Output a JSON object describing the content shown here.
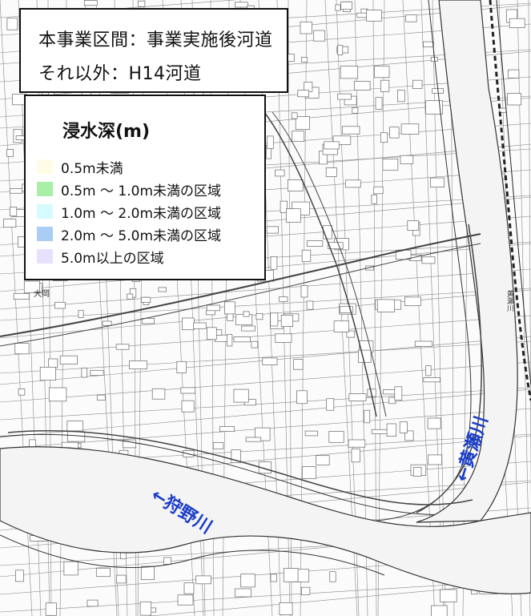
{
  "scenario": {
    "line1": "本事業区間：事業実施後河道",
    "line2": "それ以外：H14河道"
  },
  "legend": {
    "title": "浸水深(m)",
    "items": [
      {
        "label": "0.5m未満",
        "color": "#fffbe6"
      },
      {
        "label": "0.5m ～ 1.0m未満の区域",
        "color": "#a8f0a8"
      },
      {
        "label": "1.0m ～ 2.0m未満の区域",
        "color": "#d6fbff"
      },
      {
        "label": "2.0m ～ 5.0m未満の区域",
        "color": "#a9cdf4"
      },
      {
        "label": "5.0m以上の区域",
        "color": "#e8e0ff"
      }
    ]
  },
  "rivers": {
    "kano": "←狩野川",
    "kise": "←黄瀬川"
  },
  "map_labels": {
    "place1": "大岡",
    "place2": "黄瀬川"
  },
  "colors": {
    "river_label": "#1a3cc8",
    "map_line": "#555555",
    "river_fill": "#f6f6f6"
  }
}
